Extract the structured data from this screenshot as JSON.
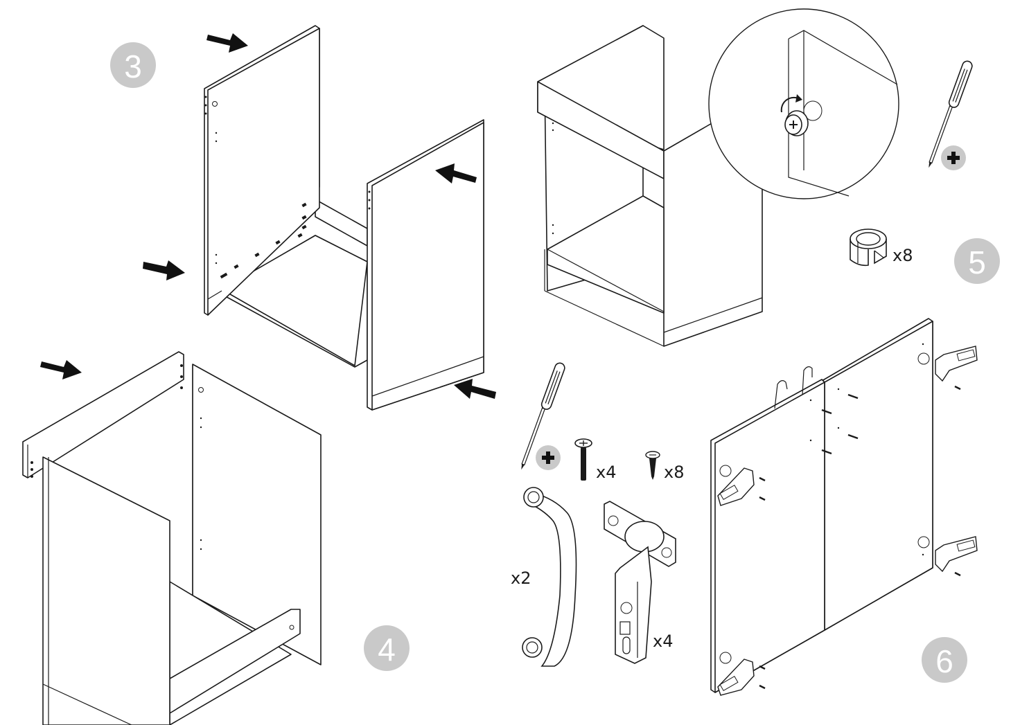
{
  "steps": {
    "step3": "3",
    "step4": "4",
    "step5": "5",
    "step6": "6"
  },
  "quantities": {
    "cam_lock": "x8",
    "bolt": "x4",
    "screw": "x8",
    "handle": "x2",
    "hinge": "x4"
  },
  "colors": {
    "badge": "#c9c9c9",
    "line": "#1a1a1a",
    "background": "#ffffff"
  },
  "icons": [
    "arrow-icon",
    "screwdriver-icon",
    "phillips-plus-icon",
    "cam-lock-icon",
    "bolt-icon",
    "screw-icon",
    "handle-icon",
    "hinge-icon",
    "rotate-arrow-icon"
  ]
}
